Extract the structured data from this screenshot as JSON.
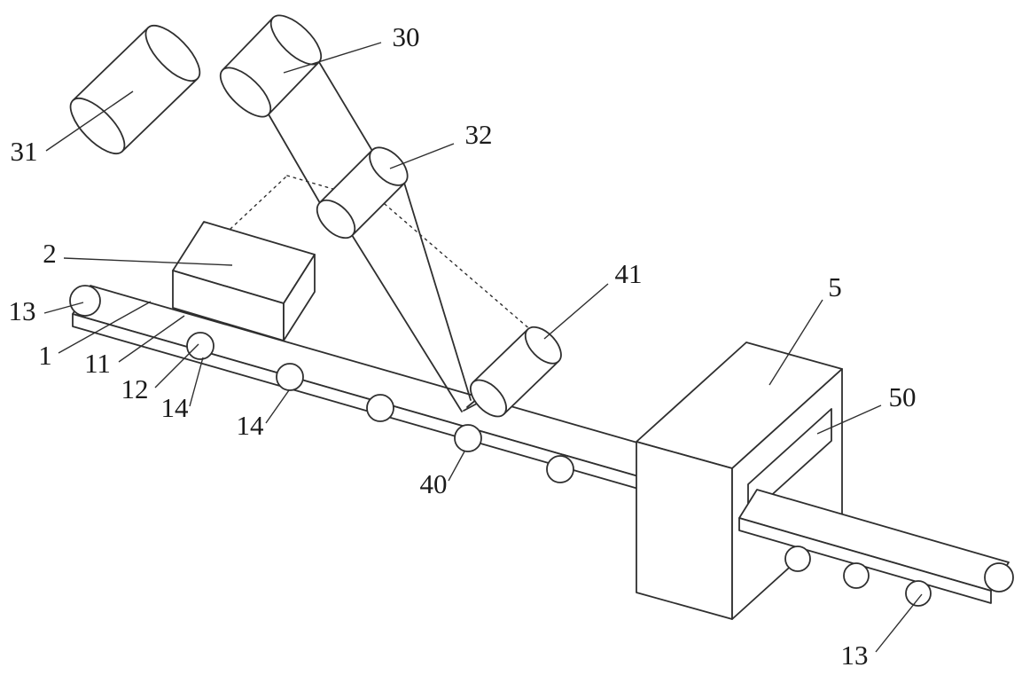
{
  "figure": {
    "background": "#ffffff",
    "stroke": "#2f2f2f",
    "label_color": "#1a1a1a",
    "labels": [
      {
        "text": "30"
      },
      {
        "text": "31"
      },
      {
        "text": "32"
      },
      {
        "text": "2"
      },
      {
        "text": "13"
      },
      {
        "text": "1"
      },
      {
        "text": "11"
      },
      {
        "text": "12"
      },
      {
        "text": "14"
      },
      {
        "text": "14"
      },
      {
        "text": "40"
      },
      {
        "text": "41"
      },
      {
        "text": "5"
      },
      {
        "text": "50"
      },
      {
        "text": "13"
      }
    ]
  }
}
